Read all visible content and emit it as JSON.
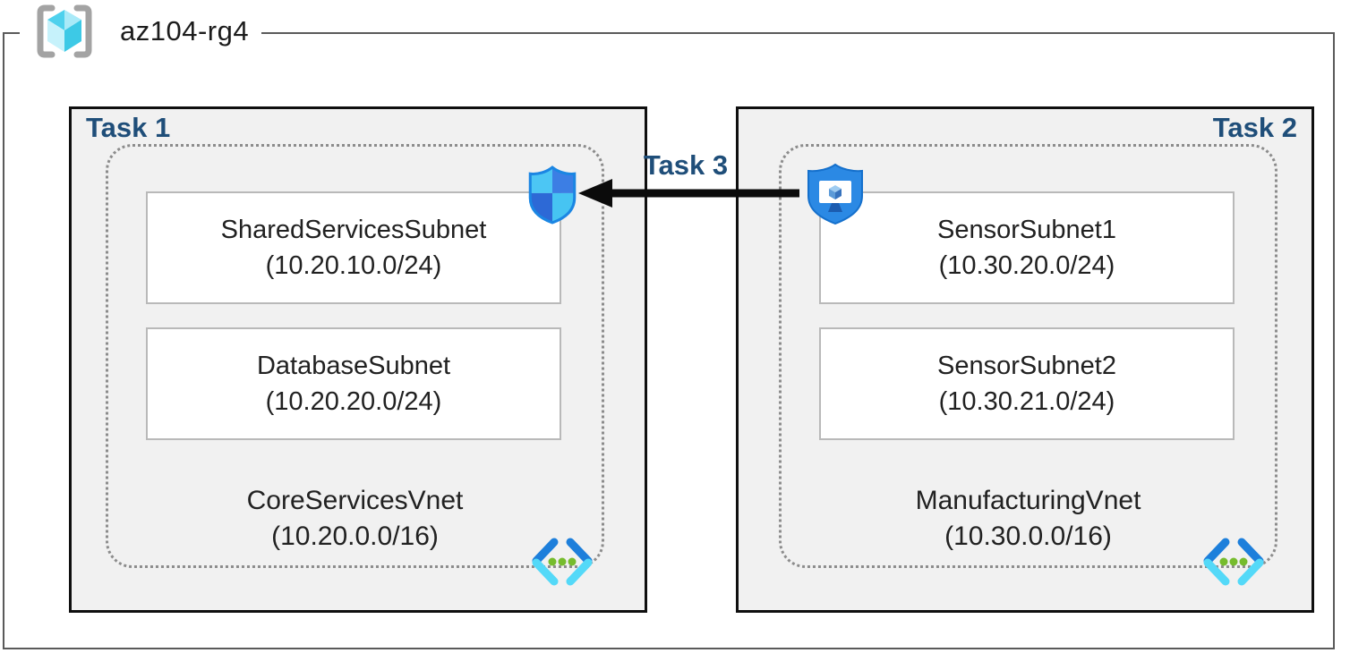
{
  "resource_group": {
    "name": "az104-rg4"
  },
  "tasks": {
    "task1": {
      "label": "Task 1",
      "vnet": {
        "name": "CoreServicesVnet",
        "cidr": "(10.20.0.0/16)"
      },
      "subnets": [
        {
          "name": "SharedServicesSubnet",
          "cidr": "(10.20.10.0/24)"
        },
        {
          "name": "DatabaseSubnet",
          "cidr": "(10.20.20.0/24)"
        }
      ]
    },
    "task2": {
      "label": "Task 2",
      "vnet": {
        "name": "ManufacturingVnet",
        "cidr": "(10.30.0.0/16)"
      },
      "subnets": [
        {
          "name": "SensorSubnet1",
          "cidr": "(10.30.20.0/24)"
        },
        {
          "name": "SensorSubnet2",
          "cidr": "(10.30.21.0/24)"
        }
      ]
    },
    "task3": {
      "label": "Task 3"
    }
  },
  "icons": {
    "resource_group_icon": "azure-resource-group-cube-in-brackets",
    "nsg_shield_icon": "network-security-shield",
    "bastion_icon": "bastion-shield-with-monitor",
    "vnet_icon": "virtual-network-chevrons-with-dots"
  },
  "colors": {
    "task_label_blue": "#1f4e79",
    "task_box_bg": "#f1f1f1",
    "task_box_border": "#0f0f0f",
    "dotted_border": "#8c8c8c",
    "subnet_border": "#b9b9b9",
    "outer_border": "#5a5a5a",
    "arrow_black": "#0b0b0b",
    "azure_light_cyan": "#4cc6f4",
    "azure_medium_blue": "#3c7ee4",
    "azure_deep_blue": "#2d69d6",
    "bastion_blue": "#2b89e4",
    "vnet_chevron_dark": "#1d7fdb",
    "vnet_chevron_light": "#54d9f8",
    "vnet_dot_green": "#76bc2d"
  }
}
